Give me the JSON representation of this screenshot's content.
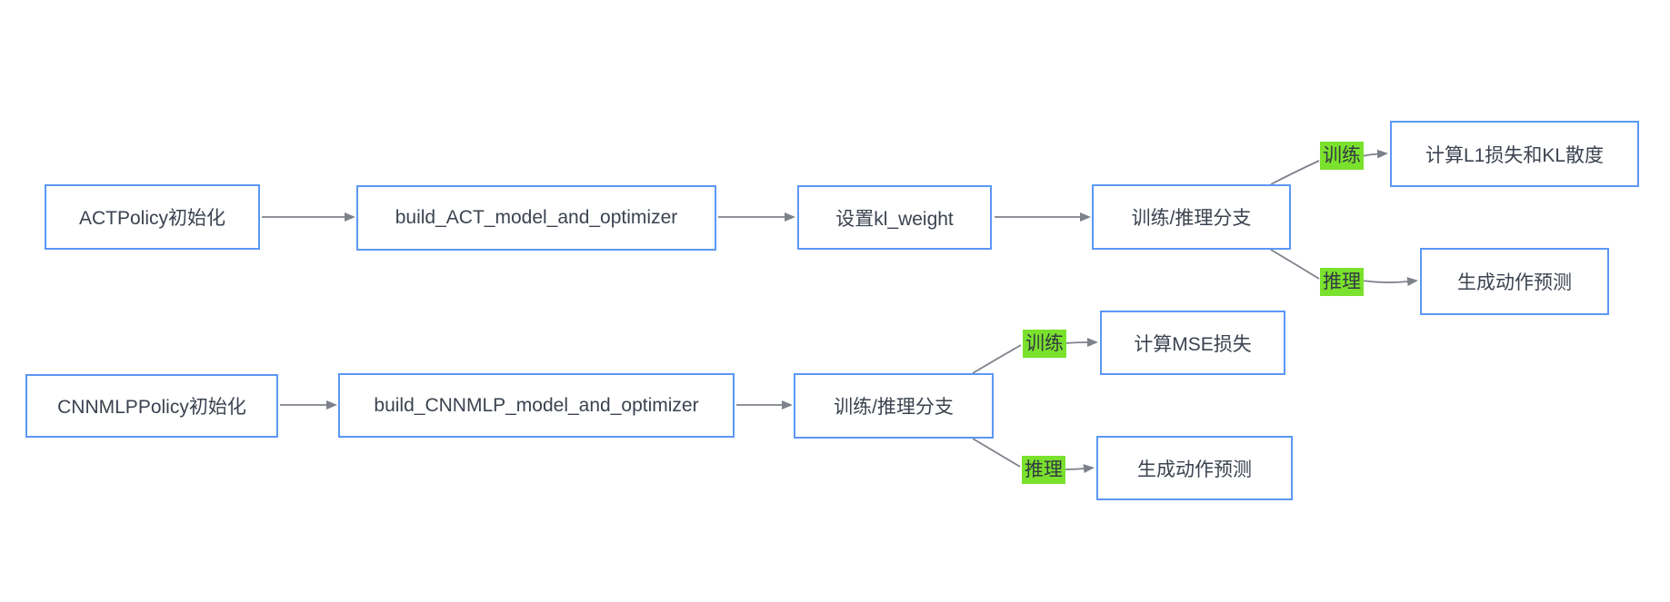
{
  "colors": {
    "node_border": "#5b97f5",
    "node_fill": "#ffffff",
    "node_text": "#3b4350",
    "connector": "#7d828a",
    "branch_label_bg": "#7ae12d",
    "branch_label_text": "#333a42",
    "background": "#ffffff"
  },
  "row1": {
    "init": "ACTPolicy初始化",
    "build": "build_ACT_model_and_optimizer",
    "kl": "设置kl_weight",
    "branch": "训练/推理分支",
    "train_label": "训练",
    "train_result": "计算L1损失和KL散度",
    "infer_label": "推理",
    "infer_result": "生成动作预测"
  },
  "row2": {
    "init": "CNNMLPPolicy初始化",
    "build": "build_CNNMLP_model_and_optimizer",
    "branch": "训练/推理分支",
    "train_label": "训练",
    "train_result": "计算MSE损失",
    "infer_label": "推理",
    "infer_result": "生成动作预测"
  }
}
